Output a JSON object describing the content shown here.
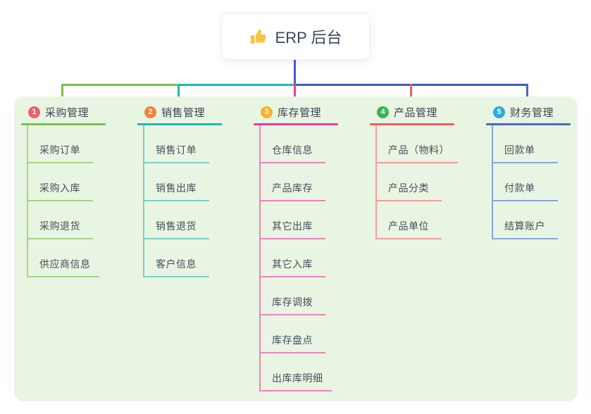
{
  "root": {
    "title": "ERP 后台",
    "icon": "thumbs-up-icon"
  },
  "panel": {
    "bg_color": "#e9f5e3"
  },
  "connectors": {
    "root_stem_color": "#4f58c7",
    "bus_colors": [
      "#7cbe4b",
      "#1fbaab",
      "#4158c6"
    ]
  },
  "branches": [
    {
      "number": "1",
      "title": "采购管理",
      "badge_color": "#ee5f6e",
      "line_color": "#7cbe4b",
      "child_line_color": "#a9d383",
      "children": [
        "采购订单",
        "采购入库",
        "采购退货",
        "供应商信息"
      ]
    },
    {
      "number": "2",
      "title": "销售管理",
      "badge_color": "#f5813c",
      "line_color": "#1fbaab",
      "child_line_color": "#77cfc5",
      "children": [
        "销售订单",
        "销售出库",
        "销售退货",
        "客户信息"
      ]
    },
    {
      "number": "3",
      "title": "库存管理",
      "badge_color": "#f7b32b",
      "line_color": "#e93c9c",
      "child_line_color": "#f180c0",
      "children": [
        "仓库信息",
        "产品库存",
        "其它出库",
        "其它入库",
        "库存调拨",
        "库存盘点",
        "出库库明细"
      ]
    },
    {
      "number": "4",
      "title": "产品管理",
      "badge_color": "#35b558",
      "line_color": "#f25e5e",
      "child_line_color": "#f79c9c",
      "children": [
        "产品（物料）",
        "产品分类",
        "产品单位"
      ]
    },
    {
      "number": "5",
      "title": "财务管理",
      "badge_color": "#2ba9e0",
      "line_color": "#4a66c8",
      "child_line_color": "#8ba2dc",
      "children": [
        "回款单",
        "付款单",
        "结算账户"
      ]
    }
  ]
}
